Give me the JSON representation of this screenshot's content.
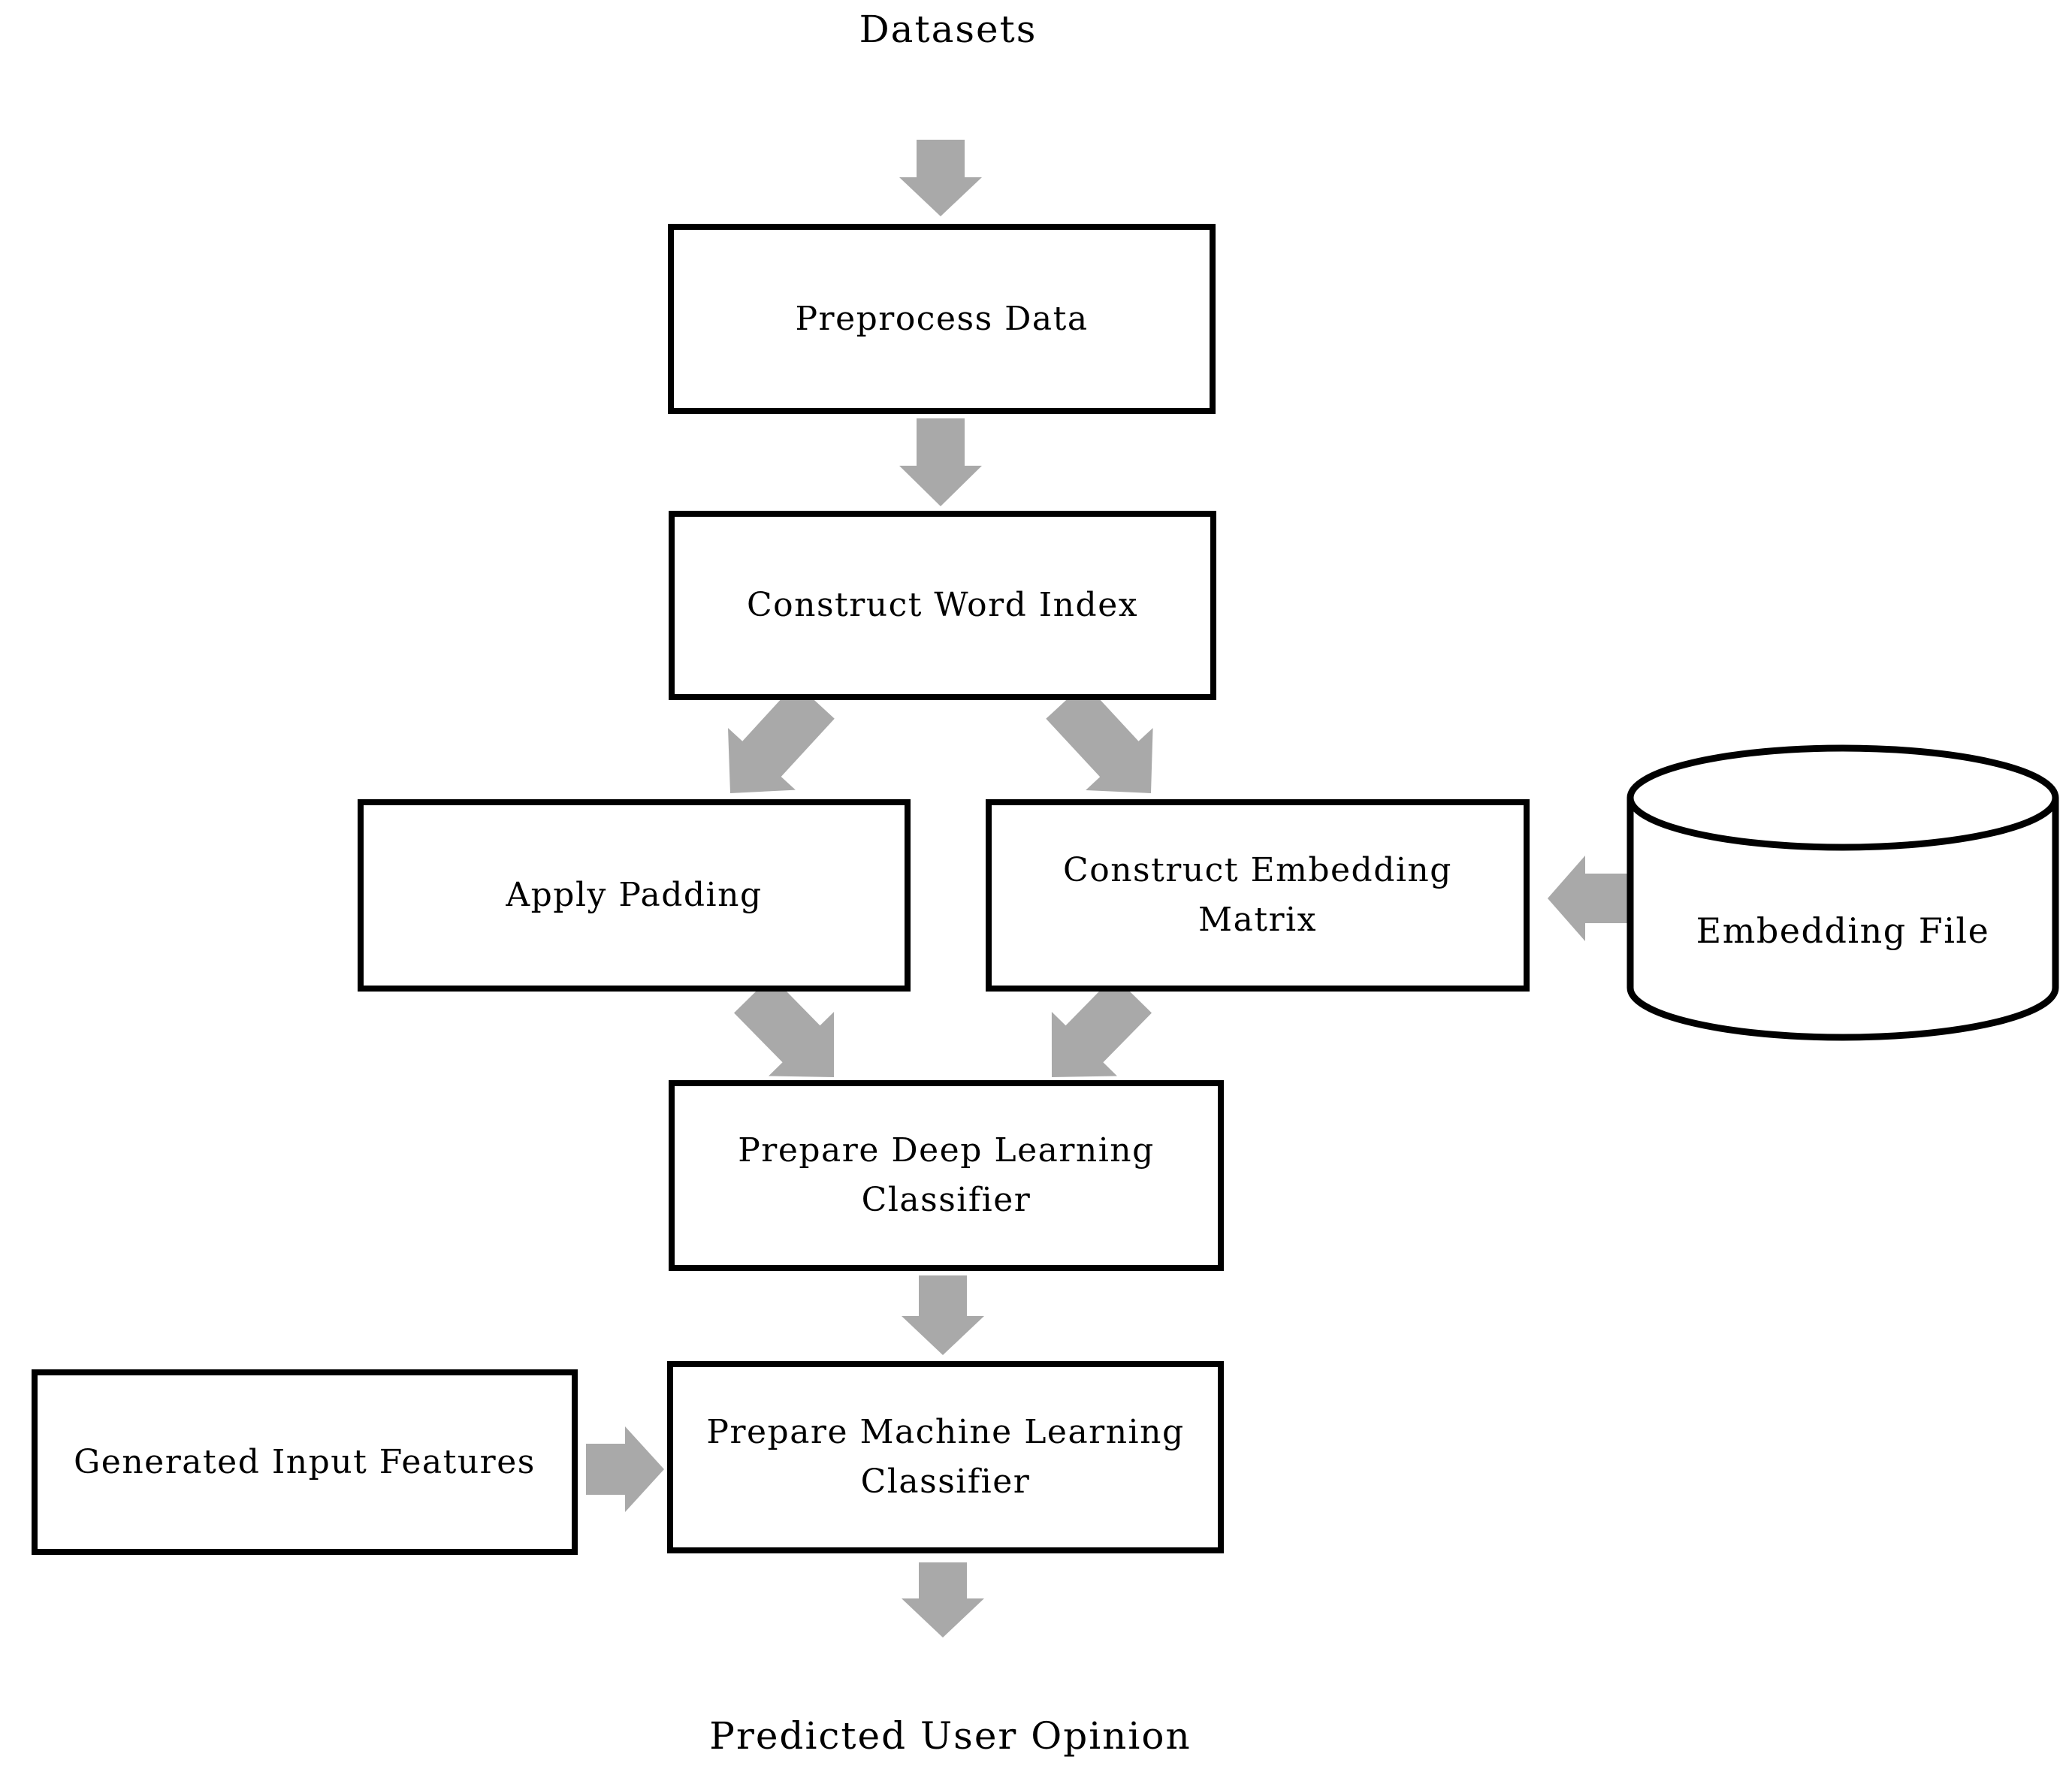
{
  "diagram": {
    "type": "flowchart",
    "terminals": {
      "start_label": "Datasets",
      "end_label": "Predicted User Opinion"
    },
    "nodes": {
      "preprocess": {
        "label": "Preprocess Data",
        "shape": "rect"
      },
      "word_index": {
        "label": "Construct Word Index",
        "shape": "rect"
      },
      "apply_padding": {
        "label": "Apply Padding",
        "shape": "rect"
      },
      "embedding_matrix": {
        "label": "Construct Embedding\nMatrix",
        "shape": "rect"
      },
      "embedding_file": {
        "label": "Embedding File",
        "shape": "cylinder"
      },
      "dl_classifier": {
        "label": "Prepare Deep Learning\nClassifier",
        "shape": "rect"
      },
      "input_features": {
        "label": "Generated Input Features",
        "shape": "rect"
      },
      "ml_classifier": {
        "label": "Prepare Machine Learning\nClassifier",
        "shape": "rect"
      }
    },
    "edges": [
      {
        "from": "Datasets",
        "to": "Preprocess Data"
      },
      {
        "from": "Preprocess Data",
        "to": "Construct Word Index"
      },
      {
        "from": "Construct Word Index",
        "to": "Apply Padding"
      },
      {
        "from": "Construct Word Index",
        "to": "Construct Embedding Matrix"
      },
      {
        "from": "Embedding File",
        "to": "Construct Embedding Matrix"
      },
      {
        "from": "Apply Padding",
        "to": "Prepare Deep Learning Classifier"
      },
      {
        "from": "Construct Embedding Matrix",
        "to": "Prepare Deep Learning Classifier"
      },
      {
        "from": "Prepare Deep Learning Classifier",
        "to": "Prepare Machine Learning Classifier"
      },
      {
        "from": "Generated Input Features",
        "to": "Prepare Machine Learning Classifier"
      },
      {
        "from": "Prepare Machine Learning Classifier",
        "to": "Predicted User Opinion"
      }
    ],
    "colors": {
      "arrow": "#a9a9a9",
      "border": "#000000",
      "background": "#ffffff",
      "text": "#000000"
    }
  }
}
